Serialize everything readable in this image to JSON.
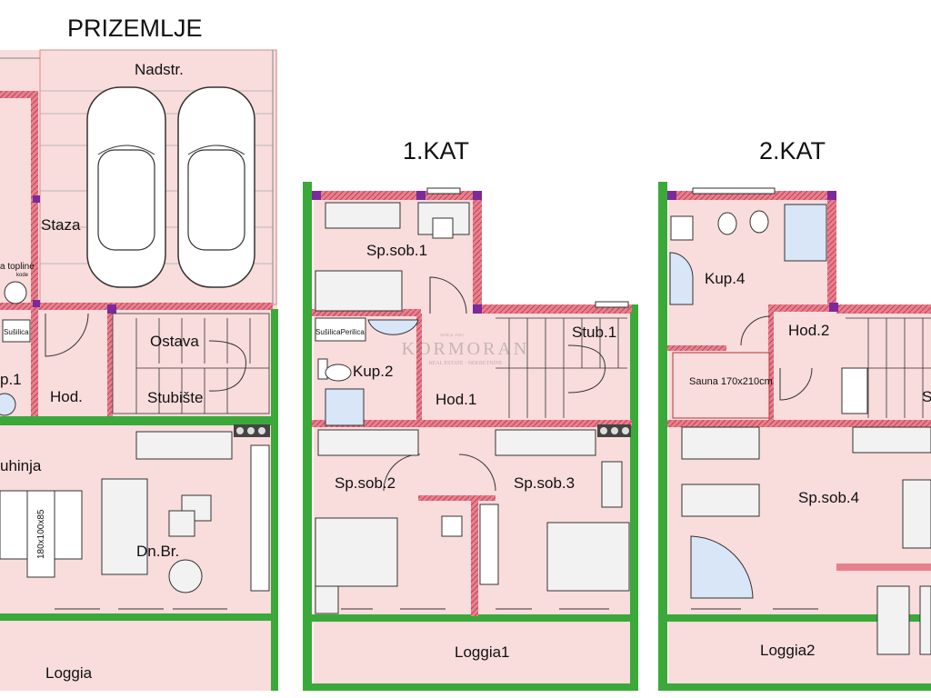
{
  "floors": {
    "ground": "PRIZEMLJE",
    "first": "1.KAT",
    "second": "2.KAT"
  },
  "rooms": {
    "ground": {
      "carport": "Nadstr.",
      "path": "Staza",
      "heat_pump": "a topline",
      "kode": "kode",
      "dryer": "Sušilica",
      "bath1": "p.1",
      "storage": "Ostava",
      "hall": "Hod.",
      "stairs": "Stubište",
      "kitchen": "uhinja",
      "table": "180x100x85",
      "living": "Dn.Br.",
      "loggia": "Loggia"
    },
    "first": {
      "bedroom1": "Sp.sob.1",
      "dryer_washer": "SušilicaPerilica",
      "bath2": "Kup.2",
      "hall1": "Hod.1",
      "stairs1": "Stub.1",
      "bedroom2": "Sp.sob.2",
      "bedroom3": "Sp.sob.3",
      "loggia1": "Loggia1"
    },
    "second": {
      "bath4": "Kup.4",
      "hall2": "Hod.2",
      "sauna": "Sauna 170x210cm",
      "stairs_partial": "S",
      "bedroom4": "Sp.sob.4",
      "loggia2": "Loggia2"
    }
  },
  "watermark": {
    "since": "SINCE 1992",
    "brand": "KORMORAN",
    "tagline": "REAL ESTATE · NEKRETNINE"
  },
  "colors": {
    "floor_fill": "#f9dcdc",
    "wall": "#e8808c",
    "exterior_wall": "#3aa93a",
    "column": "#7a2a9a"
  }
}
